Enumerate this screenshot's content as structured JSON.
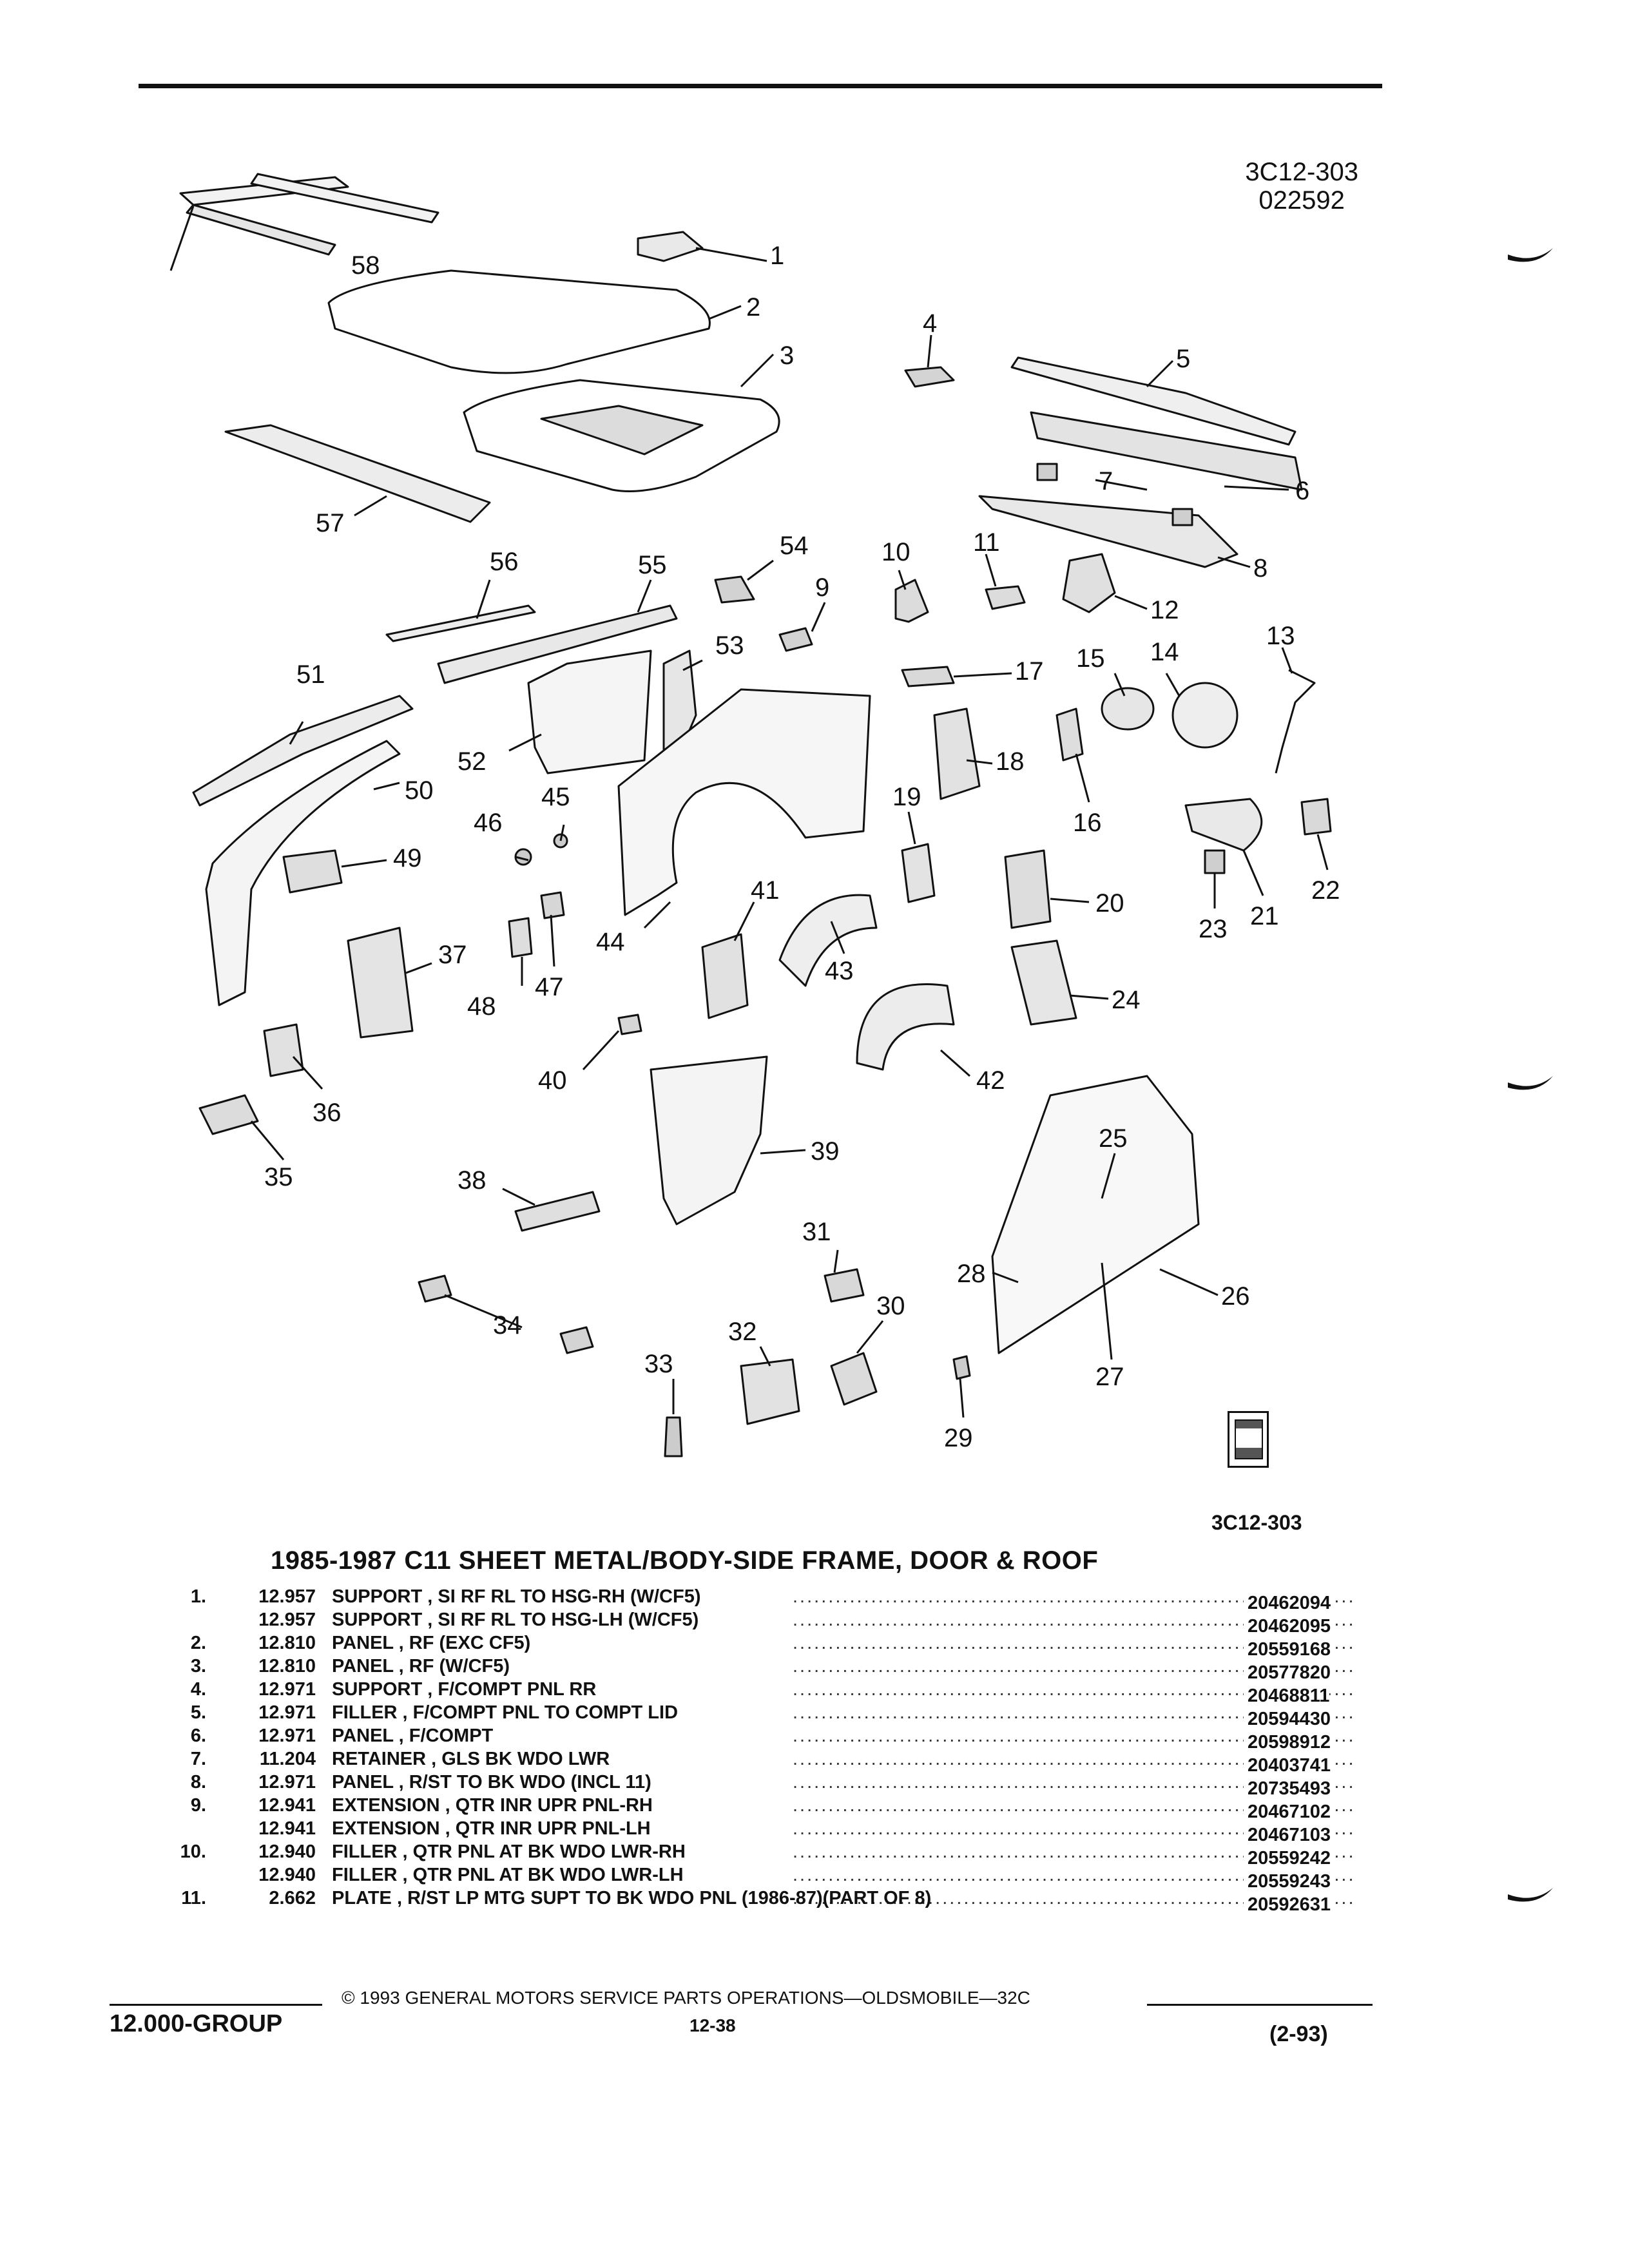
{
  "header": {
    "drawing_code": "3C12-303",
    "drawing_date": "022592"
  },
  "diagram": {
    "figure_code": "3C12-303",
    "callouts": [
      "1",
      "2",
      "3",
      "4",
      "5",
      "6",
      "7",
      "8",
      "9",
      "10",
      "11",
      "12",
      "13",
      "14",
      "15",
      "16",
      "17",
      "18",
      "19",
      "20",
      "21",
      "22",
      "23",
      "24",
      "25",
      "26",
      "27",
      "28",
      "29",
      "30",
      "31",
      "32",
      "33",
      "34",
      "35",
      "36",
      "37",
      "38",
      "39",
      "40",
      "41",
      "42",
      "43",
      "44",
      "45",
      "46",
      "47",
      "48",
      "49",
      "50",
      "51",
      "52",
      "53",
      "54",
      "55",
      "56",
      "57",
      "58"
    ],
    "logo_icon": "gm-spo-logo"
  },
  "title": "1985-1987 C11 SHEET METAL/BODY-SIDE FRAME, DOOR & ROOF",
  "parts": [
    {
      "key": "1.",
      "code": "12.957",
      "desc": "SUPPORT , SI RF RL TO HSG-RH (W/CF5)",
      "pn": "20462094"
    },
    {
      "key": "",
      "code": "12.957",
      "desc": "SUPPORT , SI RF RL TO HSG-LH (W/CF5)",
      "pn": "20462095"
    },
    {
      "key": "2.",
      "code": "12.810",
      "desc": "PANEL , RF (EXC CF5)",
      "pn": "20559168"
    },
    {
      "key": "3.",
      "code": "12.810",
      "desc": "PANEL , RF (W/CF5)",
      "pn": "20577820"
    },
    {
      "key": "4.",
      "code": "12.971",
      "desc": "SUPPORT , F/COMPT PNL RR",
      "pn": "20468811"
    },
    {
      "key": "5.",
      "code": "12.971",
      "desc": "FILLER , F/COMPT PNL TO COMPT LID",
      "pn": "20594430"
    },
    {
      "key": "6.",
      "code": "12.971",
      "desc": "PANEL , F/COMPT",
      "pn": "20598912"
    },
    {
      "key": "7.",
      "code": "11.204",
      "desc": "RETAINER , GLS BK WDO LWR",
      "pn": "20403741"
    },
    {
      "key": "8.",
      "code": "12.971",
      "desc": "PANEL , R/ST TO BK WDO (INCL 11)",
      "pn": "20735493"
    },
    {
      "key": "9.",
      "code": "12.941",
      "desc": "EXTENSION , QTR INR UPR PNL-RH",
      "pn": "20467102"
    },
    {
      "key": "",
      "code": "12.941",
      "desc": "EXTENSION , QTR INR UPR PNL-LH",
      "pn": "20467103"
    },
    {
      "key": "10.",
      "code": "12.940",
      "desc": "FILLER , QTR PNL AT BK WDO LWR-RH",
      "pn": "20559242"
    },
    {
      "key": "",
      "code": "12.940",
      "desc": "FILLER , QTR PNL AT BK WDO LWR-LH",
      "pn": "20559243"
    },
    {
      "key": "11.",
      "code": "2.662",
      "desc": "PLATE , R/ST LP MTG SUPT TO BK WDO PNL (1986-87)(PART OF 8)",
      "pn": "20592631"
    }
  ],
  "footer": {
    "group": "12.000-GROUP",
    "copyright": "© 1993 GENERAL MOTORS SERVICE PARTS OPERATIONS—OLDSMOBILE—32C",
    "page": "12-38",
    "revision": "(2-93)"
  }
}
